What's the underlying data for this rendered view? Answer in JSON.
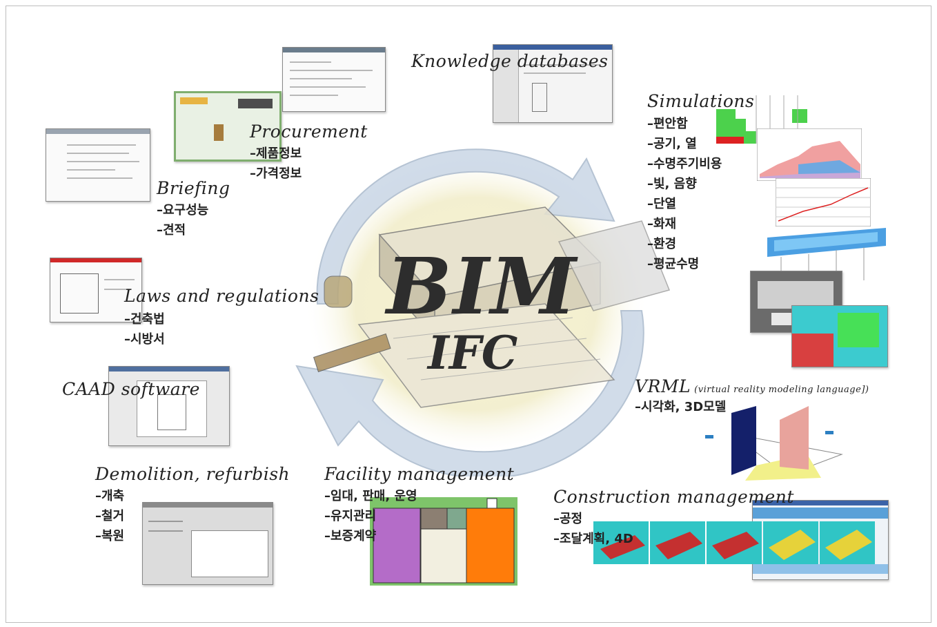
{
  "center": {
    "main": "BIM",
    "sub": "IFC"
  },
  "procurement": {
    "title": "Procurement",
    "items": [
      "제품정보",
      "가격정보"
    ]
  },
  "knowledge": {
    "title": "Knowledge databases"
  },
  "simulations": {
    "title": "Simulations",
    "items": [
      "편안함",
      "공기, 열",
      "수명주기비용",
      "빛, 음향",
      "단열",
      "화재",
      "환경",
      "평균수명"
    ]
  },
  "briefing": {
    "title": "Briefing",
    "items": [
      "요구성능",
      "견적"
    ]
  },
  "laws": {
    "title": "Laws and regulations",
    "items": [
      "건축법",
      "시방서"
    ]
  },
  "caad": {
    "title": "CAAD software"
  },
  "vrml": {
    "title": "VRML",
    "subtitle": "(virtual reality modeling language])",
    "items": [
      "시각화, 3D모델"
    ]
  },
  "demolition": {
    "title": "Demolition, refurbish",
    "items": [
      "개축",
      "철거",
      "복원"
    ]
  },
  "facility": {
    "title": "Facility management",
    "items": [
      "임대, 판매, 운영",
      "유지관리",
      "보증계약"
    ]
  },
  "construction": {
    "title": "Construction management",
    "items": [
      "공정",
      "조달계획, 4D"
    ]
  },
  "colors": {
    "cycle_arrow": "#c9d6e6",
    "center_glow": "#f6f2c9",
    "title_text": "#222222"
  }
}
